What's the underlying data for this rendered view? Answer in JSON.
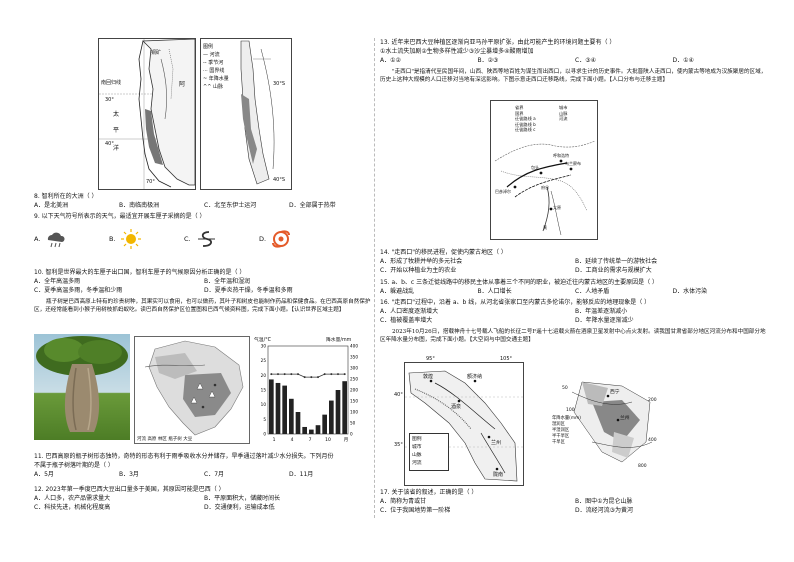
{
  "left": {
    "map_top": {
      "labels": {
        "ocean1": "太",
        "ocean2": "平",
        "ocean3": "洋",
        "arica": "阿",
        "capricorn": "南回归线",
        "copper": "铜矿",
        "lat30": "30°",
        "lat40": "40°",
        "lon70": "70°",
        "legend_title": "图例",
        "legend": [
          "河流",
          "季节河",
          "国界线",
          "年降水量",
          "山脉"
        ],
        "right_lat30": "30°S",
        "right_lat40": "40°S"
      }
    },
    "q8": {
      "stem": "8. 智利所在的大洲（    ）",
      "options": [
        "A．是北美洲",
        "B．南临南极洲",
        "C．北至东伊士运河",
        "D．全部属于热带"
      ]
    },
    "q9": {
      "stem": "9. 以下天气符号所表示的天气，最适宜开展车厘子采摘的是（    ）",
      "options": [
        "A.",
        "B.",
        "C.",
        "D."
      ]
    },
    "q10": {
      "stem": "10. 智利是世界最大的车厘子出口国，智利车厘子的气候原因分析正确的是（    ）",
      "options": [
        "A．全年高温多雨",
        "B．全年温和湿润",
        "C．夏季高温多雨，冬季温和少雨",
        "D．夏季炎热干燥，冬季温和多雨"
      ]
    },
    "para1": "瓶子树是巴西高原上特有的珍贵树种，其果实可以食用，也可以做药，其叶子和树皮也能制作药品和保健食品。在巴西高原自然保护区，还经常能看到小猴子用树枝抓蚂蚁吃。读巴西自然保护区位置图和巴西气候资料图，完成下面小题。【认识世界区域主题】",
    "chart": {
      "title": "气温/°C",
      "ylabel_right": "降水量/mm",
      "x": [
        "1",
        "4",
        "7",
        "10",
        "月"
      ],
      "yticks_left": [
        "30",
        "25",
        "20",
        "15",
        "10",
        "5",
        "0"
      ],
      "yticks_right": [
        "400",
        "350",
        "300",
        "250",
        "200",
        "150",
        "100",
        "50",
        "0"
      ]
    },
    "brazil_legend": [
      "河流",
      "高原",
      "林区",
      "瓶子树",
      "大豆"
    ],
    "q11": {
      "stem": "11. 巴西高原的瓶子树形态独特，奇特的形态有利于雨季吸收水分并储存，旱季通过落叶减少水分损失。下列月份",
      "stem2": "不属于瓶子树落叶期的是（    ）",
      "options": [
        "A．5月",
        "B．3月",
        "C．7月",
        "D．11月"
      ]
    },
    "q12": {
      "stem": "12. 2023年第一季度巴西大豆出口量多于美国，其原因可能是巴西（    ）",
      "options": [
        "A．人口多，农产品需求量大",
        "B．平原面积大，储藏时间长",
        "C．科技先进，机械化程度高",
        "D．交通便利，运输成本低"
      ]
    }
  },
  "right": {
    "q13": {
      "stem": "13. 近年来巴西大豆种植区逐渐向亚马孙平原扩张，由此可能产生的环境问题主要有（    ）",
      "stem2": "①水土流失加剧②生物多样性减少③沙尘暴增多④酸雨增加",
      "options": [
        "A．①②",
        "B．②③",
        "C．③④",
        "D．①④"
      ]
    },
    "para2": "\"走西口\"是指清代至民国年间，山西、陕西等地百姓为谋生而出西口，以寻求生计的历史事件。大批晋陕人走西口，使内蒙古等地成为汉族聚居的区域，历史上这种大规模的人口迁移对当地有深远影响。下图示意走西口迁移路线，完成下面小题。【人口分布与迁移主题】",
    "route_map": {
      "legend": [
        "省界",
        "城市",
        "国界",
        "迁徙路线 a",
        "迁徙路线 b",
        "迁徙路线 c",
        "山脉",
        "河流"
      ],
      "cities": [
        "呼和浩特",
        "包头",
        "乌兰察布",
        "巴彦淖尔",
        "太原",
        "府谷",
        "黄"
      ]
    },
    "q14": {
      "stem": "14. \"走西口\"的移民进程，促使内蒙古地区（    ）",
      "options": [
        "A．形成了牧耕并举的多元社会",
        "B．延续了传统单一的游牧社会",
        "C．开始以种植业为主的农业",
        "D．工商业的需求与规模扩大"
      ]
    },
    "q15": {
      "stem": "15. a、b、c 三条迁徙线路中的移民主体从事着三个不同的职业，被迫迁往内蒙古地区的主要原因是（    ）",
      "options": [
        "A．躲避战乱",
        "B．人口增长",
        "C．人地矛盾",
        "D．水体污染"
      ]
    },
    "q16": {
      "stem": "16. \"走西口\"过程中，沿着 a、b 线，从河北省张家口至内蒙古多伦诺尔，能够反应的地理现象是（    ）",
      "options": [
        "A．人口密度逐渐增大",
        "B．年温差逐渐减小",
        "C．植被覆盖率增大",
        "D．年降水量逐渐减少"
      ]
    },
    "para3": "2023年10月26日，搭载神舟十七号载人飞船的长征二号F遥十七运载火箭在酒泉卫星发射中心点火发射。读我国甘肃省部分地区河流分布和中国部分地区年降水量分布图，完成下面小题。【大空间与中国交通主题】",
    "gansu_map": {
      "labels": [
        "敦煌",
        "额济纳",
        "酒泉",
        "兰州",
        "陇南"
      ],
      "lon95": "95°",
      "lon105": "105°",
      "lat40": "40°",
      "lat35": "35°",
      "legend_title": "图例",
      "legend": [
        "城市",
        "山脉",
        "河流"
      ]
    },
    "rain_map": {
      "legend": [
        "年降水量(mm)",
        "湿润区",
        "半湿润区",
        "半干旱区",
        "干旱区"
      ],
      "isolines": [
        "50",
        "100",
        "200",
        "400",
        "800"
      ],
      "labels": [
        "西宁",
        "兰州"
      ]
    },
    "q17": {
      "stem": "17. 关于该省的叙述，正确的是（    ）",
      "options": [
        "A．简称为青或甘",
        "B．图中①为昆仑山脉",
        "C．位于我国地势第一阶梯",
        "D．流经河流③为黄河"
      ]
    }
  }
}
